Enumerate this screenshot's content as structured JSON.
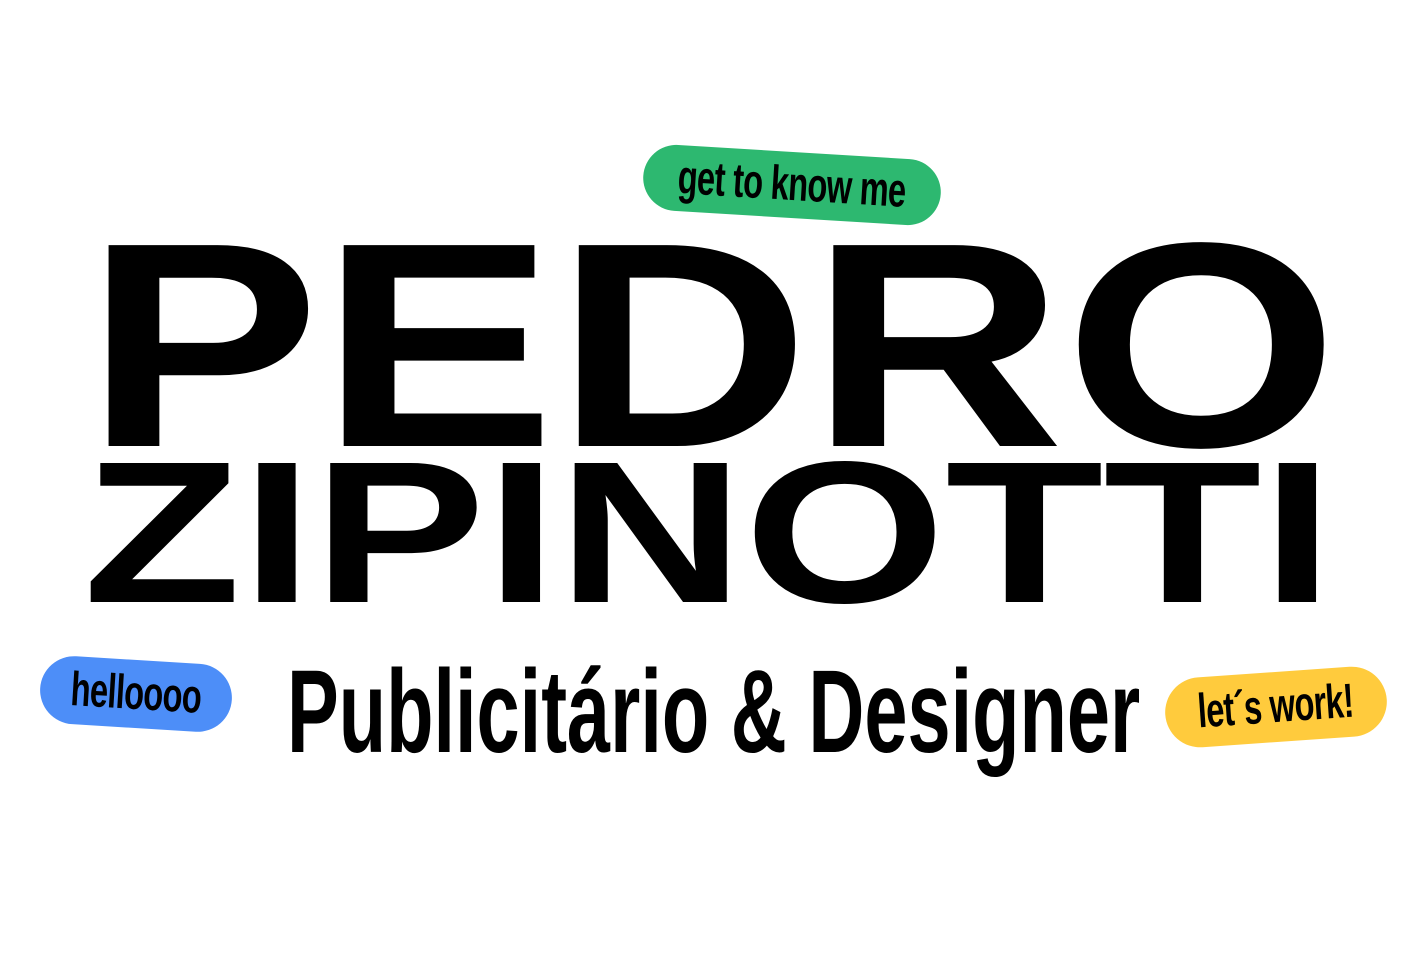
{
  "hero": {
    "first_name": "PEDRO",
    "last_name": "ZIPINOTTI",
    "subtitle": "Publicitário & Designer"
  },
  "tags": {
    "get_to_know": "get to know me",
    "lets_work": "let´s work!",
    "hello": "helloooo"
  },
  "colors": {
    "green": "#2db870",
    "yellow": "#ffcb3d",
    "blue": "#4d8ef8",
    "text": "#000000"
  }
}
